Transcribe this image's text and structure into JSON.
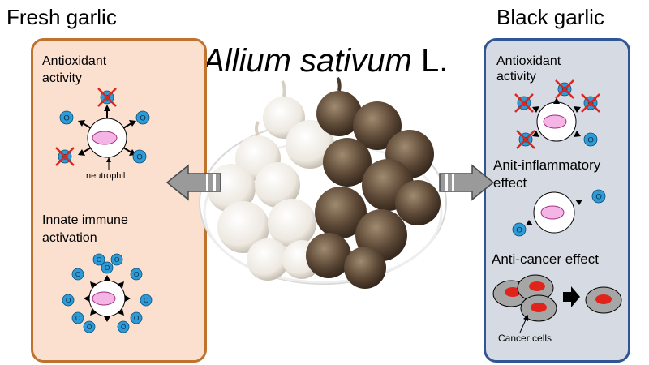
{
  "headings": {
    "fresh": "Fresh garlic",
    "black": "Black garlic"
  },
  "title": {
    "italic": "Allium sativum",
    "suffix": " L."
  },
  "fresh_panel": {
    "antioxidant_line1": "Antioxidant",
    "antioxidant_line2": "activity",
    "neutrophil": "neutrophil",
    "innate_line1": "Innate immune",
    "innate_line2": "activation"
  },
  "black_panel": {
    "antioxidant_line1": "Antioxidant",
    "antioxidant_line2": "activity",
    "antiinflammatory_line1": "Anit-inflammatory",
    "antiinflammatory_line2": "effect",
    "anticancer": "Anti-cancer effect",
    "cancer_cells": "Cancer cells"
  },
  "radical_symbol": "O",
  "colors": {
    "fresh_border": "#c0722f",
    "fresh_fill": "#fbe0cf",
    "black_border": "#2f5597",
    "black_fill": "#d6dbe3",
    "radical": "#2e9bd6",
    "nucleus": "#f5b4e6",
    "cross": "#e0241b",
    "cancer_nucleus": "#e0241b",
    "cancer_cell": "#a6a6a6",
    "arrow": "#9a9a9a"
  }
}
